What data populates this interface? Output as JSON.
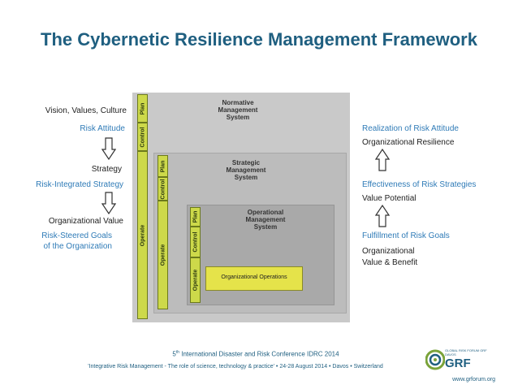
{
  "title": "The Cybernetic Resilience Management Framework",
  "left": {
    "l1": "Vision, Values, Culture",
    "l2": "Risk Attitude",
    "l3": "Strategy",
    "l4": "Risk-Integrated Strategy",
    "l5": "Organizational Value",
    "l6a": "Risk-Steered Goals",
    "l6b": "of the Organization"
  },
  "right": {
    "r1": "Realization of Risk Attitude",
    "r2": "Organizational Resilience",
    "r3": "Effectiveness of Risk Strategies",
    "r4": "Value Potential",
    "r5": "Fulfillment of Risk Goals",
    "r6a": "Organizational",
    "r6b": "Value & Benefit"
  },
  "diagram": {
    "normative": [
      "Normative",
      "Management",
      "System"
    ],
    "strategic": [
      "Strategic",
      "Management",
      "System"
    ],
    "operational": [
      "Operational",
      "Management",
      "System"
    ],
    "plan": "Plan",
    "control": "Control",
    "operate": "Operate",
    "ops": "Organizational Operations"
  },
  "footer": {
    "line1_pre": "5",
    "line1_sup": "th",
    "line1_post": " International Disaster and Risk Conference IDRC 2014",
    "line2": "'Integrative Risk Management - The role of science, technology & practice' • 24-28 August 2014 • Davos • Switzerland",
    "logo_small": "GLOBAL RISK FORUM GRF DAVOS",
    "logo_main": "GRF",
    "url": "www.grforum.org"
  },
  "colors": {
    "title": "#1f5f80",
    "blue_text": "#2f7bb7",
    "lime": "#cdd94a",
    "ops_yellow": "#e5e34a"
  }
}
